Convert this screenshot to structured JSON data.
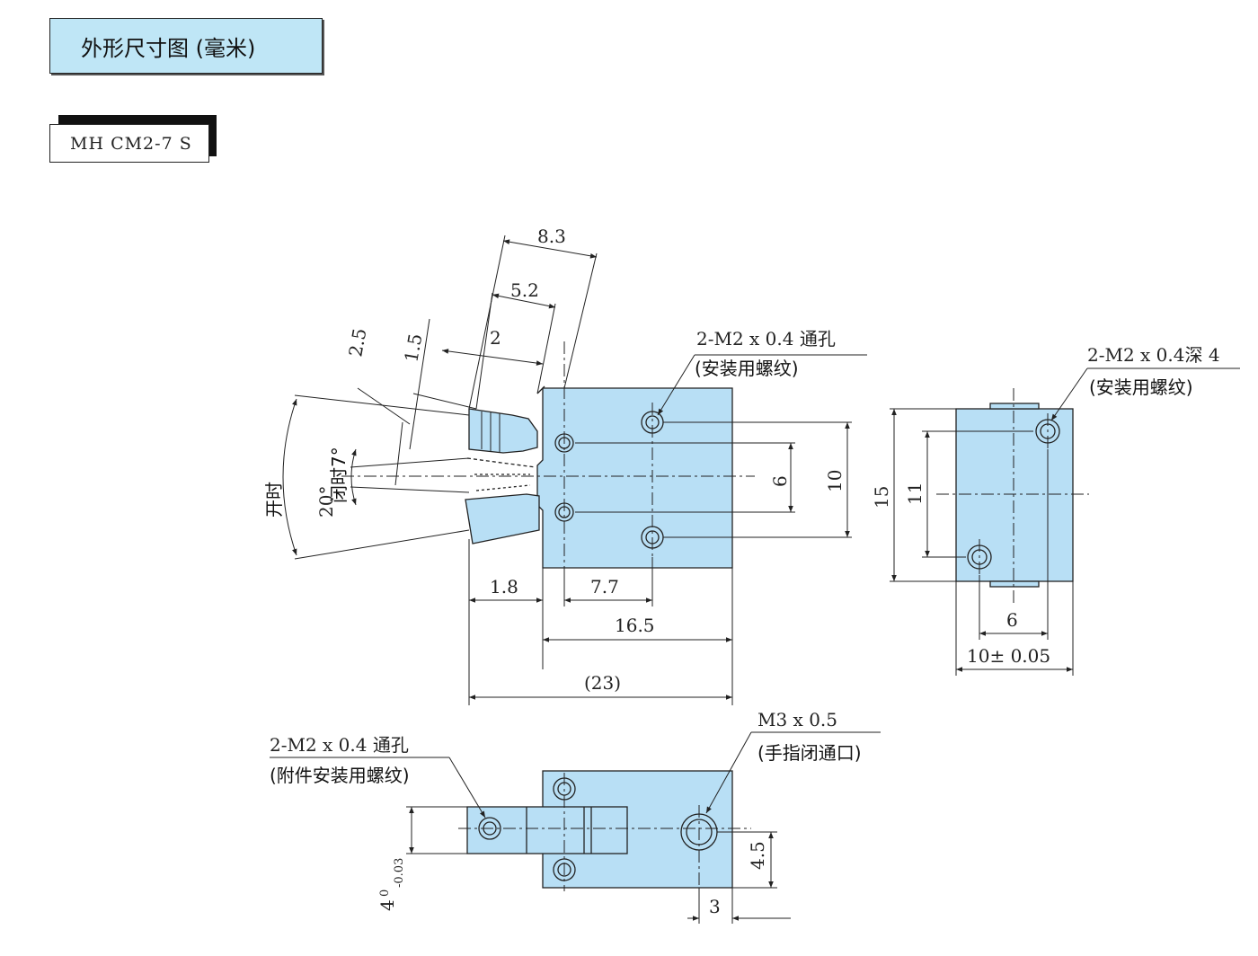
{
  "title": "外形尺寸图 (毫米)",
  "product_code": "MH CM2-7 S",
  "colors": {
    "body_fill": "#b8dff5",
    "outline": "#222222",
    "title_fill": "#bfe6f6"
  },
  "side_view": {
    "dim_8_3": "8.3",
    "dim_5_2": "5.2",
    "dim_2": "2",
    "dim_2_5": "2.5",
    "dim_1_5": "1.5",
    "open_label": "开时",
    "open_angle": "20°",
    "closed_label": "闭时7°",
    "dim_6": "6",
    "dim_10": "10",
    "dim_1_8": "1.8",
    "dim_7_7": "7.7",
    "dim_16_5": "16.5",
    "dim_23": "(23)",
    "callout_line1": "2-M2 x 0.4 通孔",
    "callout_line2": "(安装用螺纹)"
  },
  "end_view": {
    "dim_15": "15",
    "dim_11": "11",
    "dim_6": "6",
    "dim_10_tol": "10± 0.05",
    "callout_line1": "2-M2 x 0.4深 4",
    "callout_line2": "(安装用螺纹)"
  },
  "bottom_view": {
    "callout_left_line1": "2-M2 x 0.4 通孔",
    "callout_left_line2": "(附件安装用螺纹)",
    "callout_right_line1": "M3 x 0.5",
    "callout_right_line2": "(手指闭通口)",
    "dim_4_main": "4",
    "dim_4_upper": "0",
    "dim_4_lower": "-0.03",
    "dim_4_5": "4.5",
    "dim_3": "3"
  }
}
